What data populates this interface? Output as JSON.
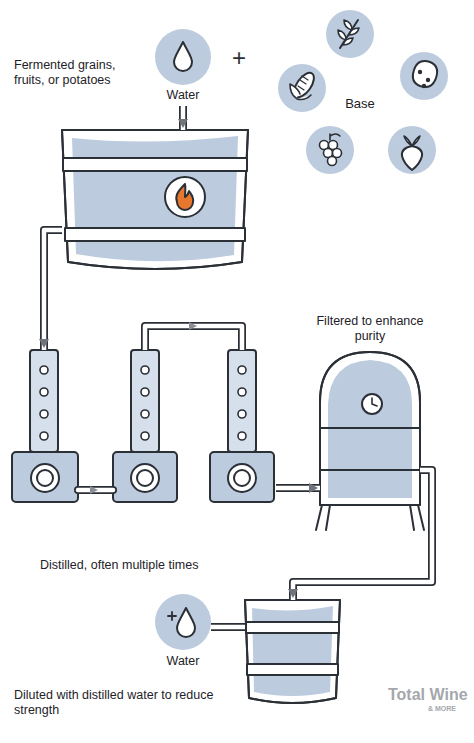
{
  "diagram": {
    "nodes": [
      {
        "text": [
          "Fermented grains, fruits, or potatoes"
        ]
      },
      {
        "text": [
          "Water"
        ]
      },
      {
        "text": [
          "Base"
        ]
      },
      {
        "text": [
          "Distilled, often multiple times"
        ]
      },
      {
        "text": [
          "Filtered to enhance purity"
        ]
      },
      {
        "text": [
          "Water"
        ]
      },
      {
        "text": [
          "Diluted with distilled water to reduce strength"
        ]
      }
    ],
    "edges": [
      {
        "from": 1,
        "to": 0,
        "arrow": "to"
      },
      {
        "from": 0,
        "to": 3,
        "arrow": "to"
      },
      {
        "from": 3,
        "to": 4,
        "arrow": "to"
      },
      {
        "from": 4,
        "to": 6,
        "arrow": "to"
      },
      {
        "from": 5,
        "to": 6,
        "arrow": "none"
      }
    ],
    "labels": [
      "+",
      "Total Wine",
      "& MORE"
    ]
  }
}
